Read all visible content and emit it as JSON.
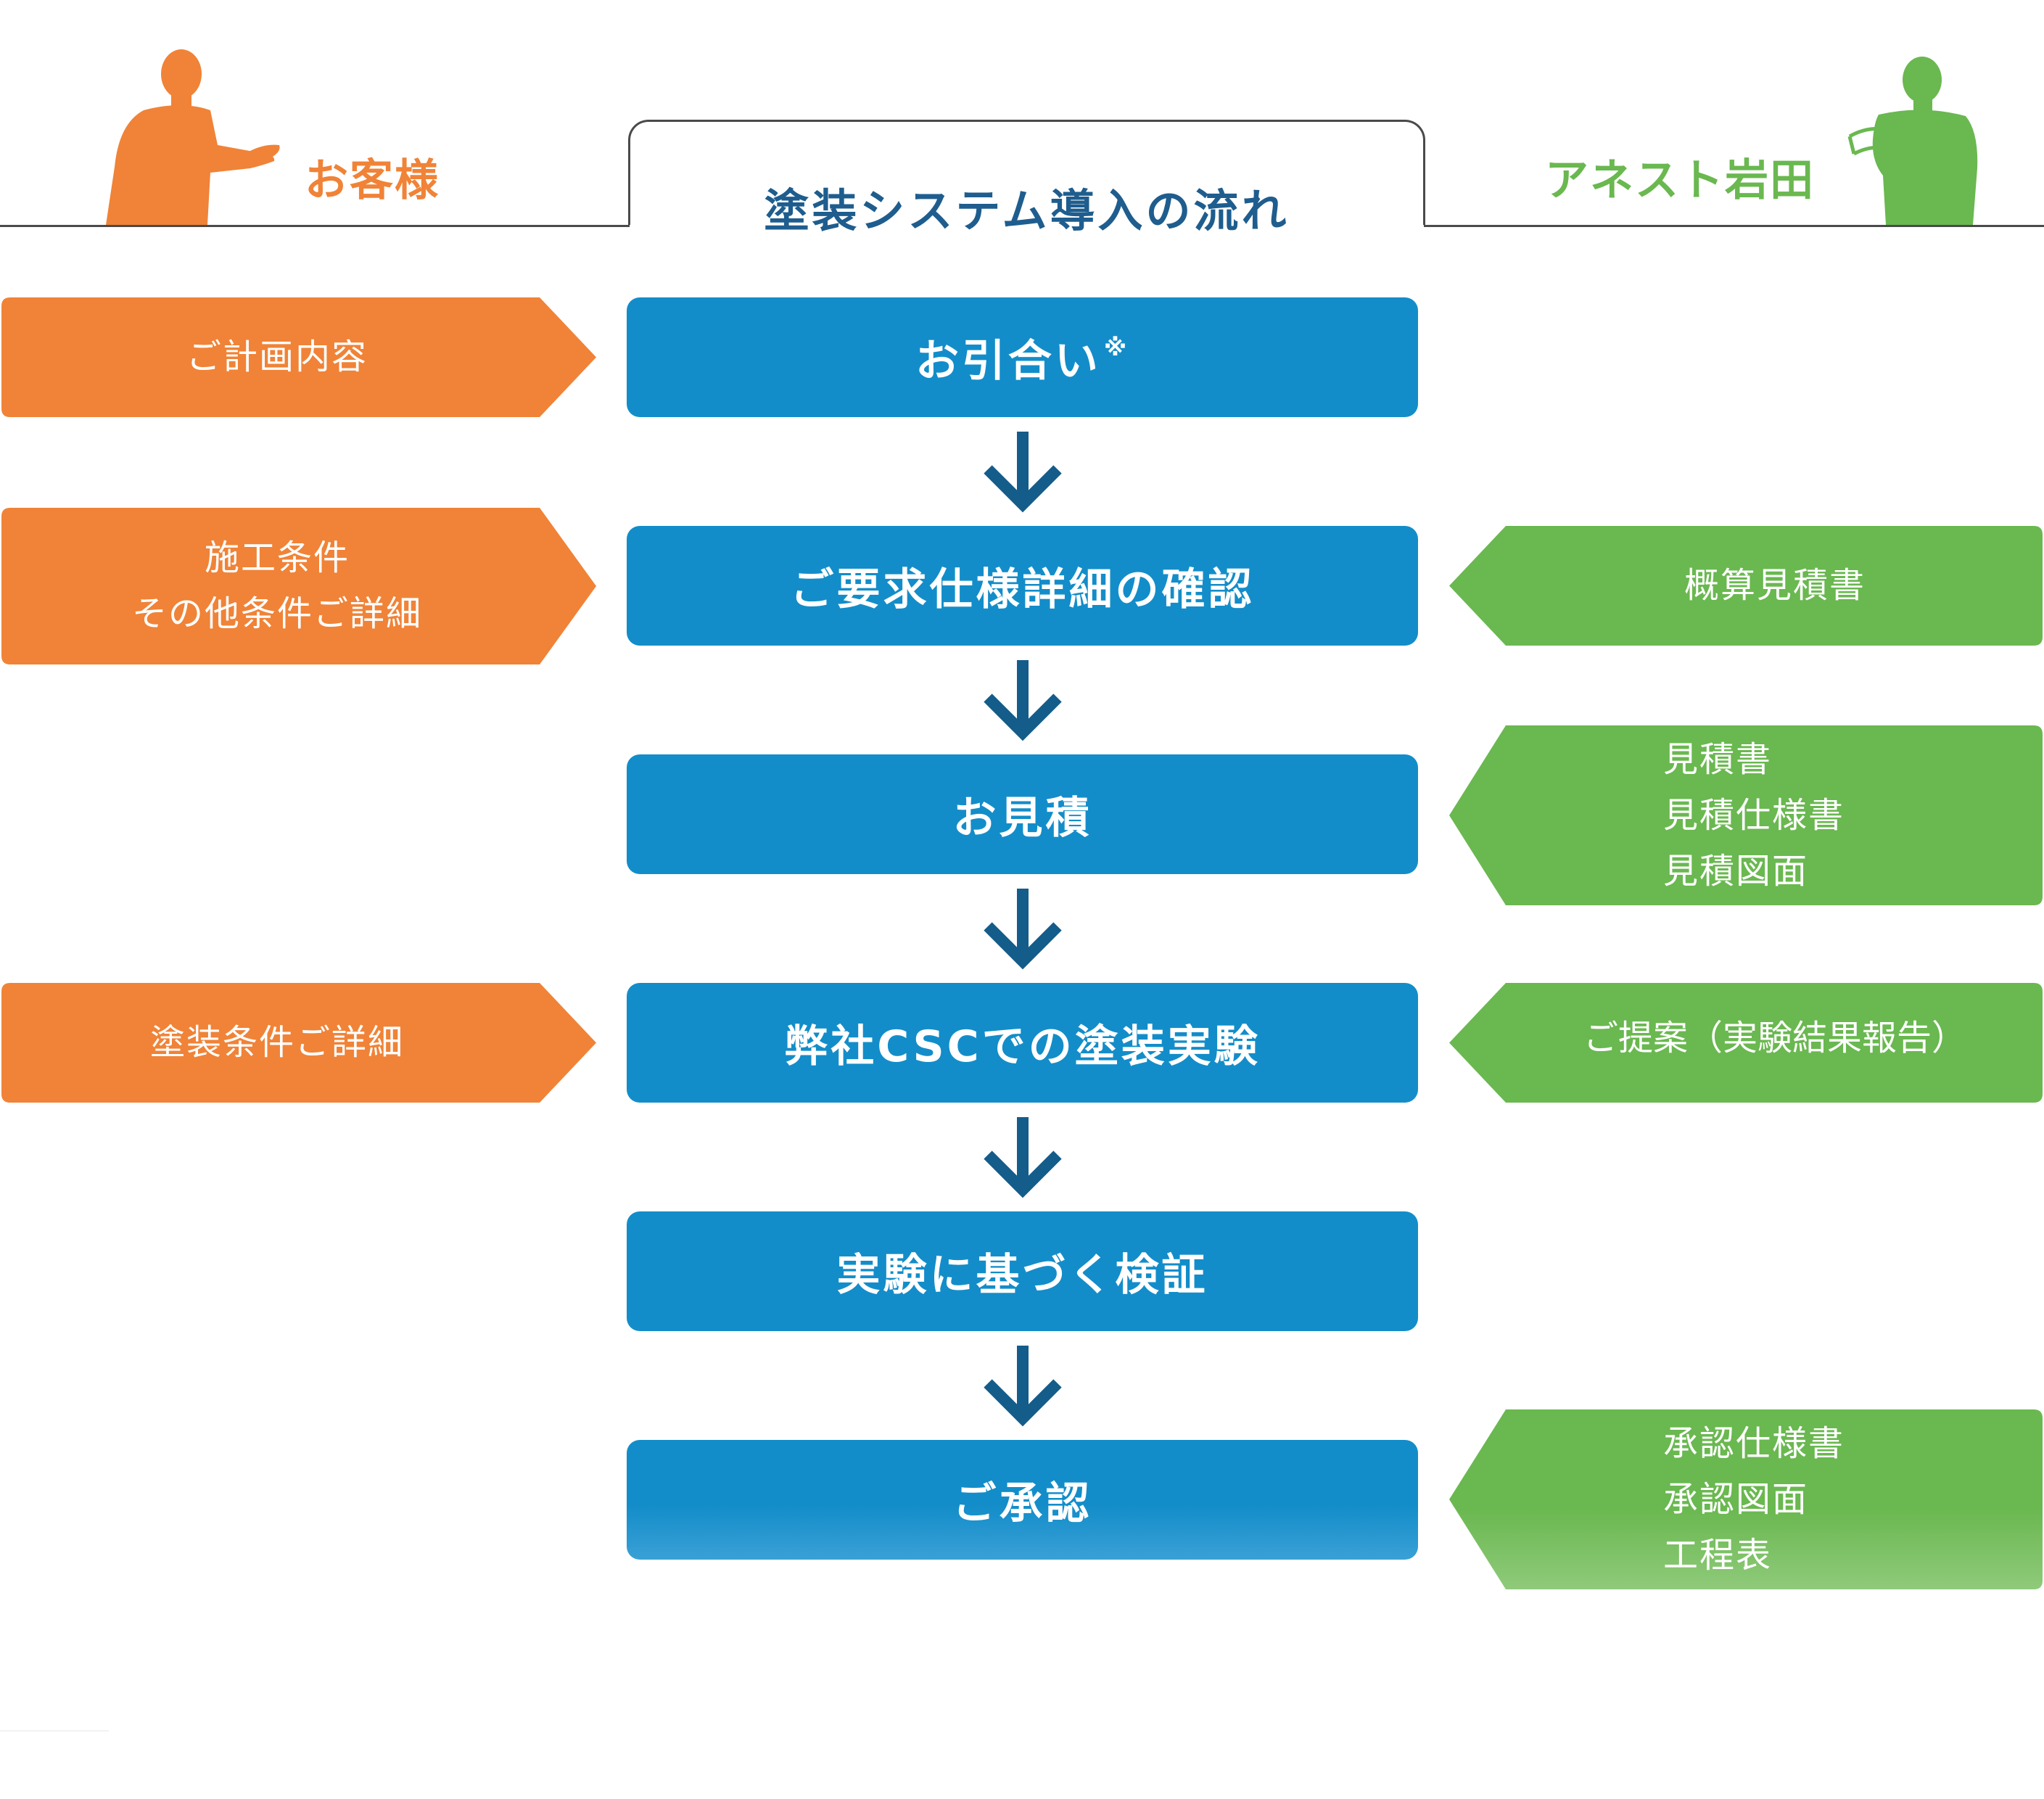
{
  "header": {
    "left_title": "お客様",
    "center_title": "塗装システム導入の流れ",
    "right_title": "アネスト岩田"
  },
  "colors": {
    "customer": "#f08337",
    "company": "#6ab850",
    "step": "#138dc9",
    "arrow": "#145c8a",
    "title": "#1e5d8e"
  },
  "steps": [
    {
      "label": "お引合い",
      "note": "※"
    },
    {
      "label": "ご要求仕様詳細の確認"
    },
    {
      "label": "お見積"
    },
    {
      "label": "弊社CSCでの塗装実験"
    },
    {
      "label": "実験に基づく検証"
    },
    {
      "label": "ご承認"
    }
  ],
  "customer_inputs": [
    {
      "lines": [
        "ご計画内容"
      ]
    },
    {
      "lines": [
        "施工条件",
        "その他条件ご詳細"
      ]
    },
    {
      "lines": [
        "塗装条件ご詳細"
      ]
    }
  ],
  "company_outputs": [
    {
      "lines": [
        "概算見積書"
      ]
    },
    {
      "lines": [
        "見積書",
        "見積仕様書",
        "見積図面"
      ]
    },
    {
      "lines": [
        "ご提案（実験結果報告）"
      ]
    },
    {
      "lines": [
        "承認仕様書",
        "承認図面",
        "工程表"
      ]
    }
  ],
  "icons": {
    "customer": "businessman-presenting-icon",
    "company": "staff-reading-document-icon"
  }
}
